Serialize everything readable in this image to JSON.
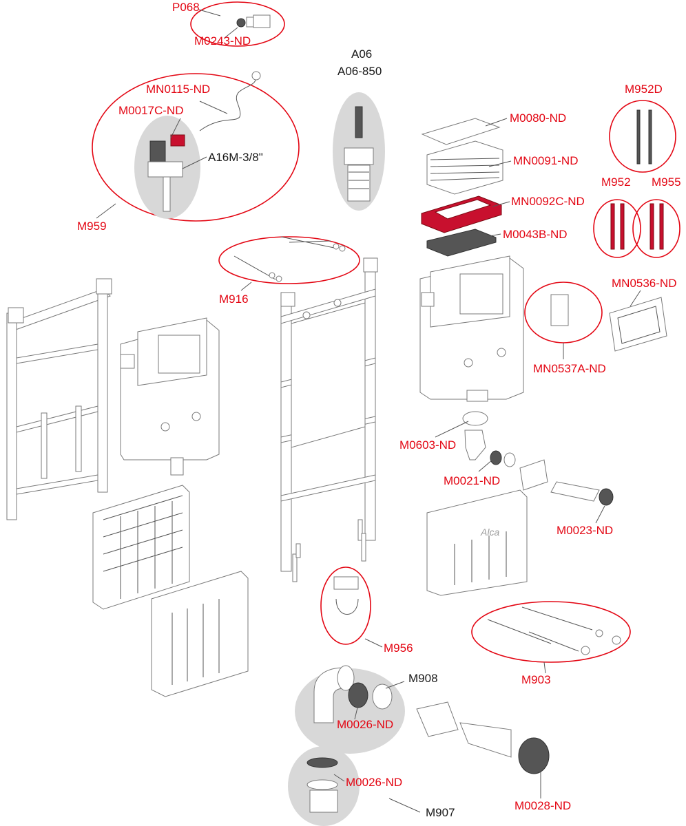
{
  "brand": "Alca",
  "colors": {
    "label_red": "#e30613",
    "label_black": "#1a1a1a",
    "outline": "#e30613",
    "highlight_gray": "#d8d8d8"
  },
  "labels": {
    "p068": "P068",
    "m0243_nd": "M0243-ND",
    "a06": "A06",
    "a06_850": "A06-850",
    "mn0115_nd": "MN0115-ND",
    "m0017c_nd": "M0017C-ND",
    "a16m": "A16M-3/8\"",
    "m959": "M959",
    "m0080_nd": "M0080-ND",
    "mn0091_nd": "MN0091-ND",
    "mn0092c_nd": "MN0092C-ND",
    "m0043b_nd": "M0043B-ND",
    "m952d": "M952D",
    "m952": "M952",
    "m955": "M955",
    "m916": "M916",
    "mn0536_nd": "MN0536-ND",
    "mn0537a_nd": "MN0537A-ND",
    "m0603_nd": "M0603-ND",
    "m0021_nd": "M0021-ND",
    "m0023_nd": "M0023-ND",
    "m956": "M956",
    "m903": "M903",
    "m908": "M908",
    "m0026_nd_a": "M0026-ND",
    "m0026_nd_b": "M0026-ND",
    "m907": "M907",
    "m0028_nd": "M0028-ND"
  }
}
